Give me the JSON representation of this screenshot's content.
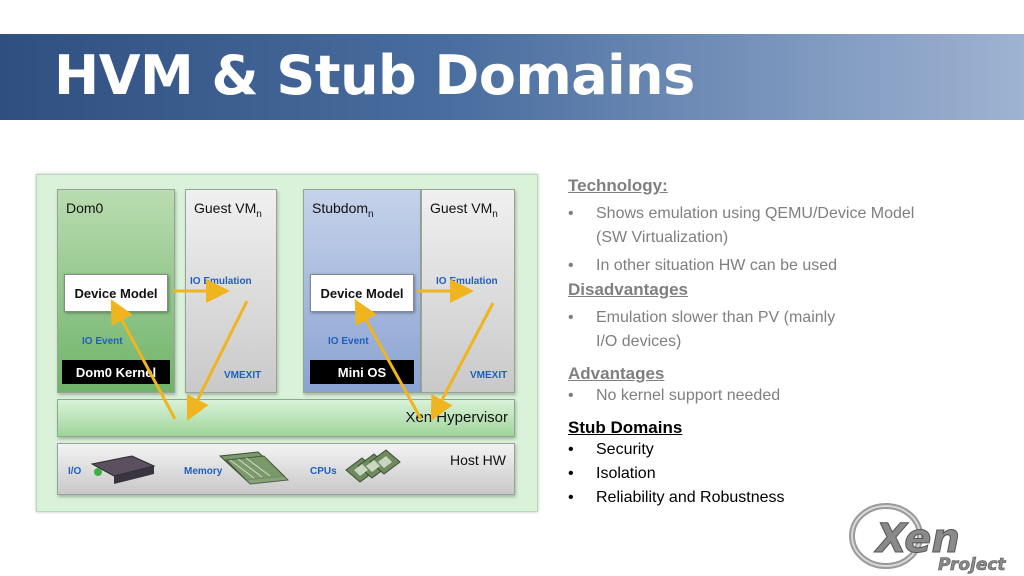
{
  "slide": {
    "title": "HVM & Stub Domains"
  },
  "diagram": {
    "dom0": {
      "label": "Dom0",
      "device_model": "Device Model",
      "io_event": "IO Event",
      "kernel": "Dom0 Kernel"
    },
    "guest1": {
      "label": "Guest VM",
      "sub": "n",
      "io_emulation": "IO Emulation",
      "vmexit": "VMEXIT"
    },
    "stubdom": {
      "label": "Stubdom",
      "sub": "n",
      "device_model": "Device Model",
      "io_event": "IO Event",
      "kernel": "Mini OS"
    },
    "guest2": {
      "label": "Guest VM",
      "sub": "n",
      "io_emulation": "IO Emulation",
      "vmexit": "VMEXIT"
    },
    "hypervisor": "Xen Hypervisor",
    "host_hw": {
      "label": "Host HW",
      "io": "I/O",
      "memory": "Memory",
      "cpus": "CPUs"
    }
  },
  "notes": {
    "technology": {
      "heading": "Technology:",
      "bullets": [
        "Shows emulation using QEMU/Device Model (SW Virtualization)",
        "In other situation HW can be used"
      ]
    },
    "disadvantages": {
      "heading": "Disadvantages",
      "bullets": [
        "Emulation slower than PV (mainly I/O devices)"
      ]
    },
    "advantages": {
      "heading": "Advantages",
      "bullets": [
        "No kernel support needed"
      ]
    },
    "stub_domains": {
      "heading": "Stub Domains",
      "bullets": [
        "Security",
        "Isolation",
        "Reliability and Robustness"
      ]
    },
    "bullet_glyph": "•"
  },
  "logo": {
    "word": "Xen",
    "sub": "Project"
  },
  "colors": {
    "arrow": "#f0b41e",
    "accent_blue": "#1f5fbf",
    "title_band_start": "#2f4f80"
  }
}
